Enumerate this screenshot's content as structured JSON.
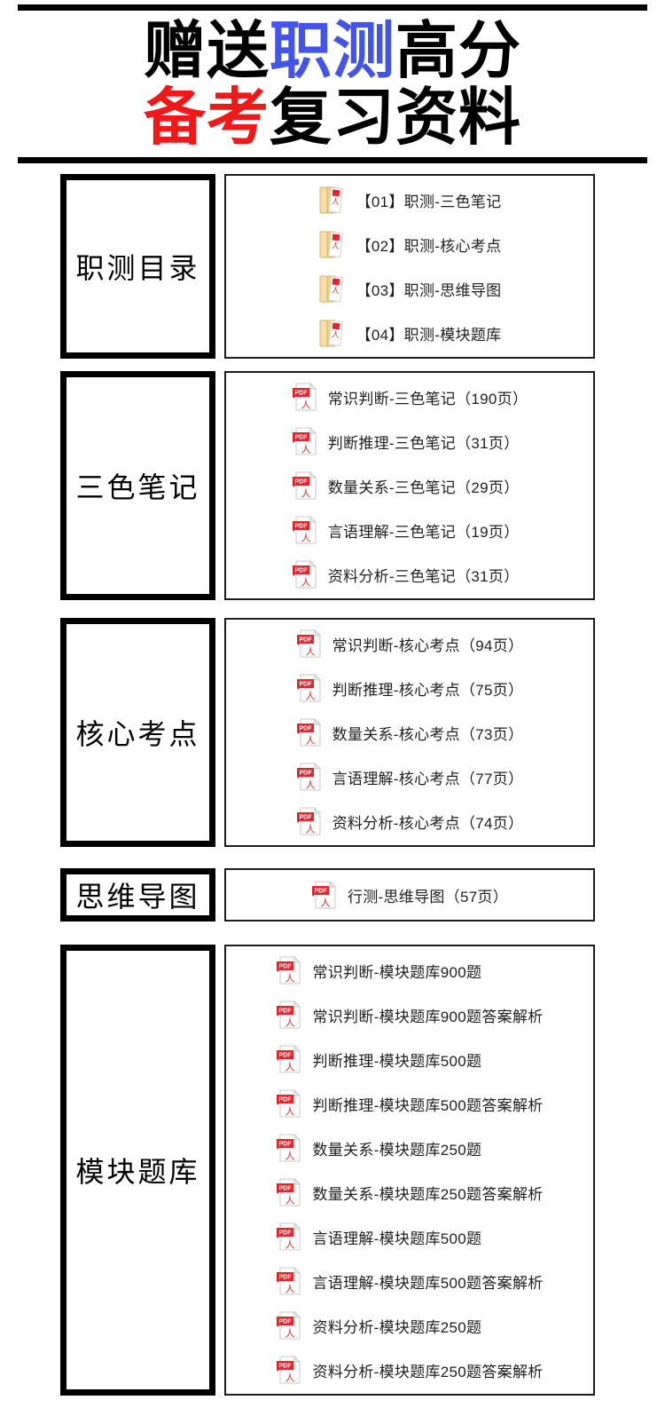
{
  "header": {
    "title1_pre": "赠送",
    "title1_accent": "职测",
    "title1_post": "高分",
    "title2_accent": "备考",
    "title2_post": "复习资料"
  },
  "colors": {
    "title_accent_blue": "#4355e6",
    "title_accent_red": "#ee1a1a",
    "pdf_icon_red": "#e5252a",
    "folder_icon_tan": "#f0cf8a",
    "box_border_black": "#000000"
  },
  "icons": {
    "pdf_badge_label": "PDF"
  },
  "sections": [
    {
      "label": "职测目录",
      "icon": "folder",
      "items": [
        "【01】职测-三色笔记",
        "【02】职测-核心考点",
        "【03】职测-思维导图",
        "【04】职测-模块题库"
      ]
    },
    {
      "label": "三色笔记",
      "icon": "pdf",
      "items": [
        "常识判断-三色笔记（190页）",
        "判断推理-三色笔记（31页）",
        "数量关系-三色笔记（29页）",
        "言语理解-三色笔记（19页）",
        "资料分析-三色笔记（31页）"
      ]
    },
    {
      "label": "核心考点",
      "icon": "pdf",
      "items": [
        "常识判断-核心考点（94页）",
        "判断推理-核心考点（75页）",
        "数量关系-核心考点（73页）",
        "言语理解-核心考点（77页）",
        "资料分析-核心考点（74页）"
      ]
    },
    {
      "label": "思维导图",
      "icon": "pdf",
      "items": [
        "行测-思维导图（57页）"
      ]
    },
    {
      "label": "模块题库",
      "icon": "pdf",
      "items": [
        "常识判断-模块题库900题",
        "常识判断-模块题库900题答案解析",
        "判断推理-模块题库500题",
        "判断推理-模块题库500题答案解析",
        "数量关系-模块题库250题",
        "数量关系-模块题库250题答案解析",
        "言语理解-模块题库500题",
        "言语理解-模块题库500题答案解析",
        "资料分析-模块题库250题",
        "资料分析-模块题库250题答案解析"
      ]
    }
  ]
}
